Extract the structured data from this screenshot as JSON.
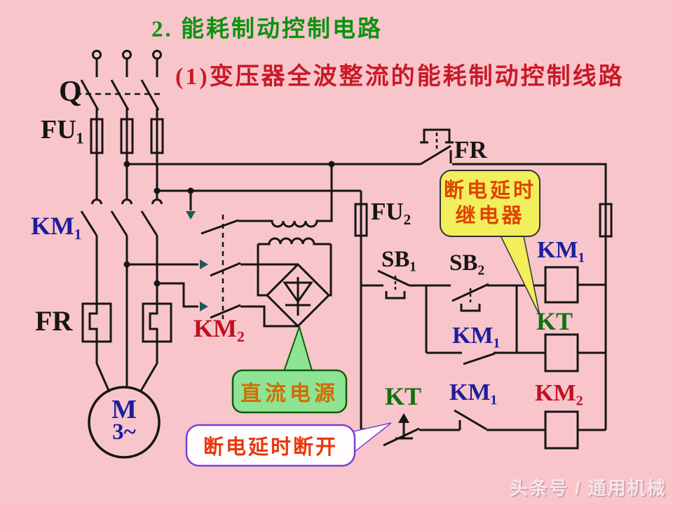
{
  "slide": {
    "title": "2. 能耗制动控制电路",
    "subtitle": "(1)变压器全波整流的能耗制动控制线路",
    "watermark": "头条号 / 通用机械"
  },
  "component_labels": {
    "q_switch": "Q",
    "fu1": "FU₁",
    "km1_main": "KM₁",
    "fr_heater": "FR",
    "motor_m": "M",
    "motor_phase": "3~",
    "km2_contacts": "KM₂",
    "fu2": "FU₂",
    "fr_contact": "FR",
    "sb1": "SB₁",
    "sb2": "SB₂",
    "km1_selfhold": "KM₁",
    "km1_coil": "KM₁",
    "kt_coil": "KT",
    "km2_coil": "KM₂",
    "kt_contact": "KT",
    "km1_brake_contact": "KM₁"
  },
  "callouts": {
    "delay_relay": {
      "line1": "断电延时",
      "line2": "继电器"
    },
    "dc_source": {
      "text": "直流电源"
    },
    "delay_open": {
      "text": "断电延时断开"
    }
  },
  "colors": {
    "background": "#f8c5cb",
    "title_green": "#0d9210",
    "subtitle_red": "#c81a28",
    "label_blue": "#1d1d9e",
    "label_dark_red": "#c01020",
    "label_green": "#107010",
    "wire_black": "#151515",
    "yellow_bubble": "#f2ee5c",
    "green_bubble": "#8fe394",
    "white_bubble_border": "#7a3fd4",
    "callout_orange": "#e04400",
    "dc_text_orange": "#cf6e00",
    "contact_arrow_teal": "#1c5a58"
  }
}
